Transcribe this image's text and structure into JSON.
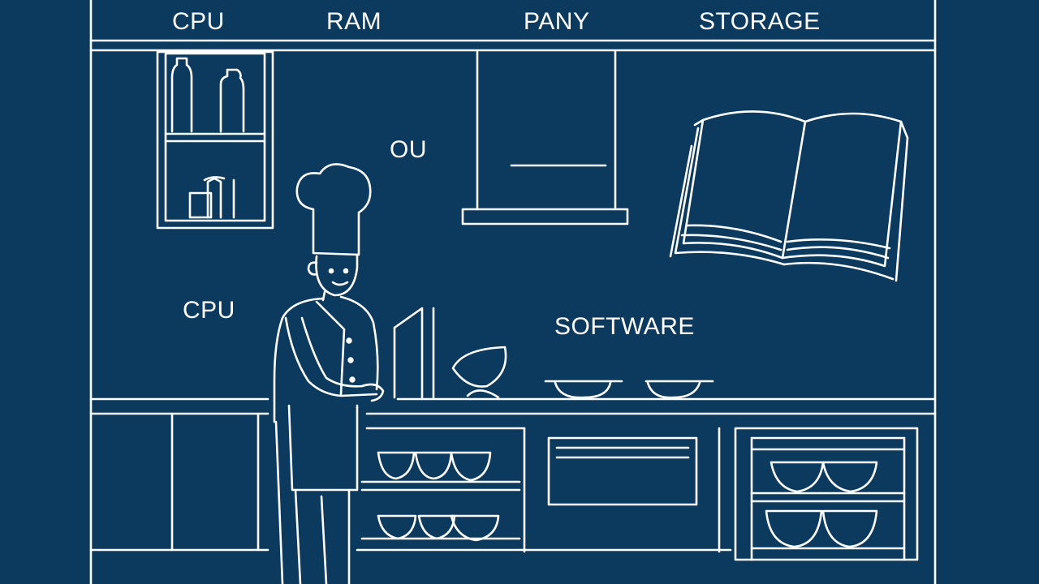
{
  "labels": {
    "top_cpu": "CPU",
    "top_ram": "RAM",
    "top_pany": "PANY",
    "top_storage": "STORAGE",
    "ou": "OU",
    "cpu_left": "CPU",
    "software": "SOFTWARE"
  },
  "colors": {
    "background": "#0c3a5e",
    "line": "#ffffff"
  },
  "illustration": {
    "subjects": [
      "chef-figure",
      "open-cookbook",
      "shelf-with-bottles",
      "range-hood",
      "bowls",
      "oven",
      "cabinets",
      "computer-monitor"
    ]
  }
}
